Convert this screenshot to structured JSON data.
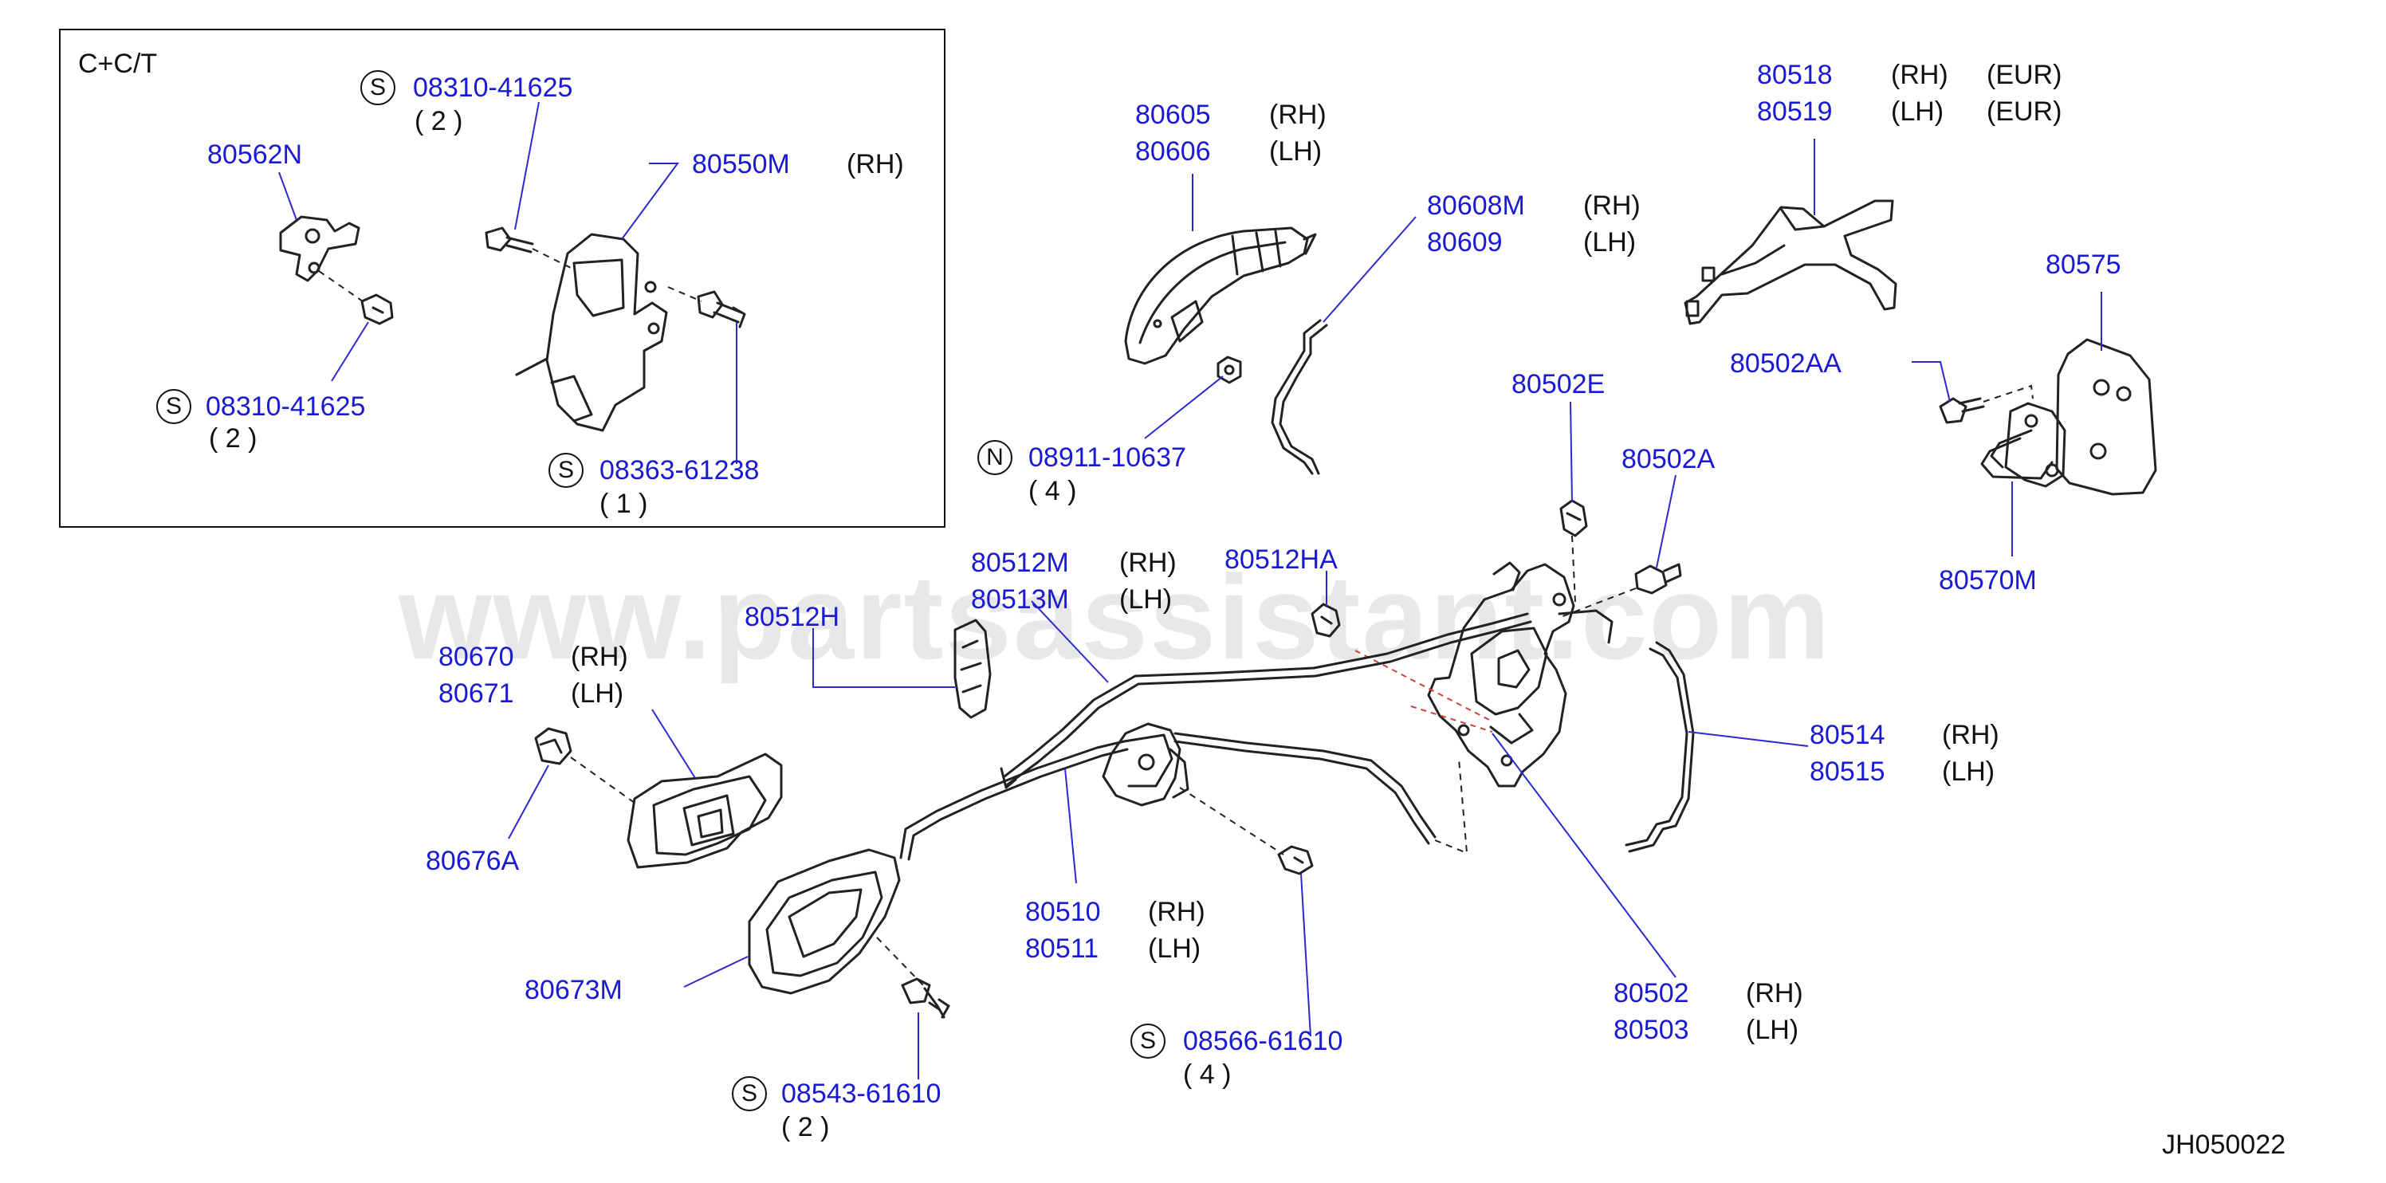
{
  "watermark": "www.partsassistant.com",
  "diagram_code": "JH050022",
  "inset": {
    "title": "C+C/T",
    "labels": {
      "screw_top": "08310-41625",
      "screw_top_qty": "( 2 )",
      "bracket": "80562N",
      "actuator": "80550M",
      "actuator_side": "(RH)",
      "screw_left": "08310-41625",
      "screw_left_qty": "( 2 )",
      "screw_bottom": "08363-61238",
      "screw_bottom_qty": "( 1 )",
      "prefix_s": "S"
    }
  },
  "labels": {
    "p80605": "80605",
    "p80605_side": "(RH)",
    "p80606": "80606",
    "p80606_side": "(LH)",
    "p80608m": "80608M",
    "p80608m_side": "(RH)",
    "p80609": "80609",
    "p80609_side": "(LH)",
    "p80518": "80518",
    "p80518_side": "(RH)",
    "p80518_mkt": "(EUR)",
    "p80519": "80519",
    "p80519_side": "(LH)",
    "p80519_mkt": "(EUR)",
    "p80575": "80575",
    "p80502aa": "80502AA",
    "p80570m": "80570M",
    "p80502e": "80502E",
    "p80502a": "80502A",
    "n08911": "08911-10637",
    "n08911_qty": "( 4 )",
    "prefix_n": "N",
    "p80512m": "80512M",
    "p80512m_side": "(RH)",
    "p80513m": "80513M",
    "p80513m_side": "(LH)",
    "p80512ha": "80512HA",
    "p80512h": "80512H",
    "p80670": "80670",
    "p80670_side": "(RH)",
    "p80671": "80671",
    "p80671_side": "(LH)",
    "p80676a": "80676A",
    "p80673m": "80673M",
    "p80514": "80514",
    "p80514_side": "(RH)",
    "p80515": "80515",
    "p80515_side": "(LH)",
    "p80510": "80510",
    "p80510_side": "(RH)",
    "p80511": "80511",
    "p80511_side": "(LH)",
    "s08566": "08566-61610",
    "s08566_qty": "( 4 )",
    "p80502": "80502",
    "p80502_side": "(RH)",
    "p80503": "80503",
    "p80503_side": "(LH)",
    "s08543": "08543-61610",
    "s08543_qty": "( 2 )",
    "prefix_s": "S"
  },
  "colors": {
    "part_number": "#1a1ad4",
    "text": "#111111",
    "line": "#222222",
    "watermark": "#969696"
  }
}
